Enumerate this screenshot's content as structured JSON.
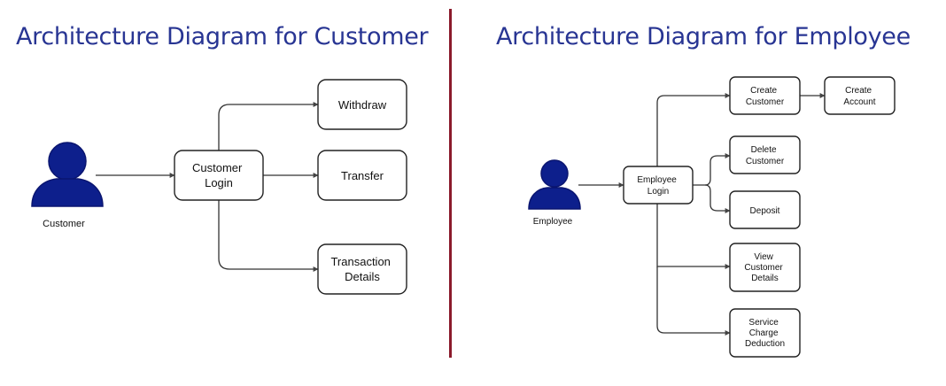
{
  "colors": {
    "title": "#283593",
    "divider": "#8b1a2b",
    "actor": "#0d1f8c",
    "node_border": "#222222",
    "edge": "#333333"
  },
  "customer_diagram": {
    "title": "Architecture Diagram for Customer",
    "actor": {
      "label": "Customer",
      "icon": "person-icon"
    },
    "hub": {
      "lines": [
        "Customer",
        "Login"
      ]
    },
    "targets": [
      {
        "lines": [
          "Withdraw"
        ]
      },
      {
        "lines": [
          "Transfer"
        ]
      },
      {
        "lines": [
          "Transaction",
          "Details"
        ]
      }
    ]
  },
  "employee_diagram": {
    "title": "Architecture Diagram for Employee",
    "actor": {
      "label": "Employee",
      "icon": "person-icon"
    },
    "hub": {
      "lines": [
        "Employee",
        "Login"
      ]
    },
    "targets": [
      {
        "lines": [
          "Create",
          "Customer"
        ]
      },
      {
        "lines": [
          "Create",
          "Account"
        ]
      },
      {
        "lines": [
          "Delete",
          "Customer"
        ]
      },
      {
        "lines": [
          "Deposit"
        ]
      },
      {
        "lines": [
          "View",
          "Customer",
          "Details"
        ]
      },
      {
        "lines": [
          "Service",
          "Charge",
          "Deduction"
        ]
      }
    ]
  }
}
